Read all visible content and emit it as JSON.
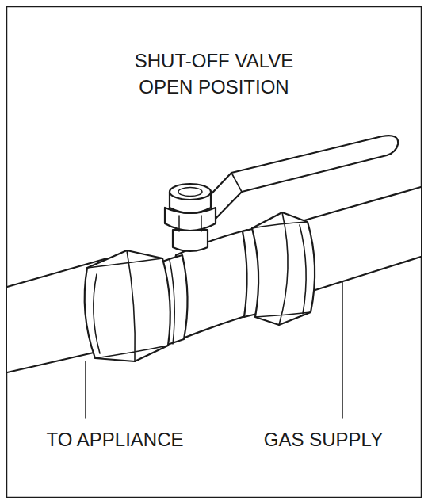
{
  "diagram": {
    "title": "SHUT-OFF VALVE OPEN POSITION",
    "labels": [
      "TO APPLIANCE",
      "GAS SUPPLY"
    ]
  }
}
